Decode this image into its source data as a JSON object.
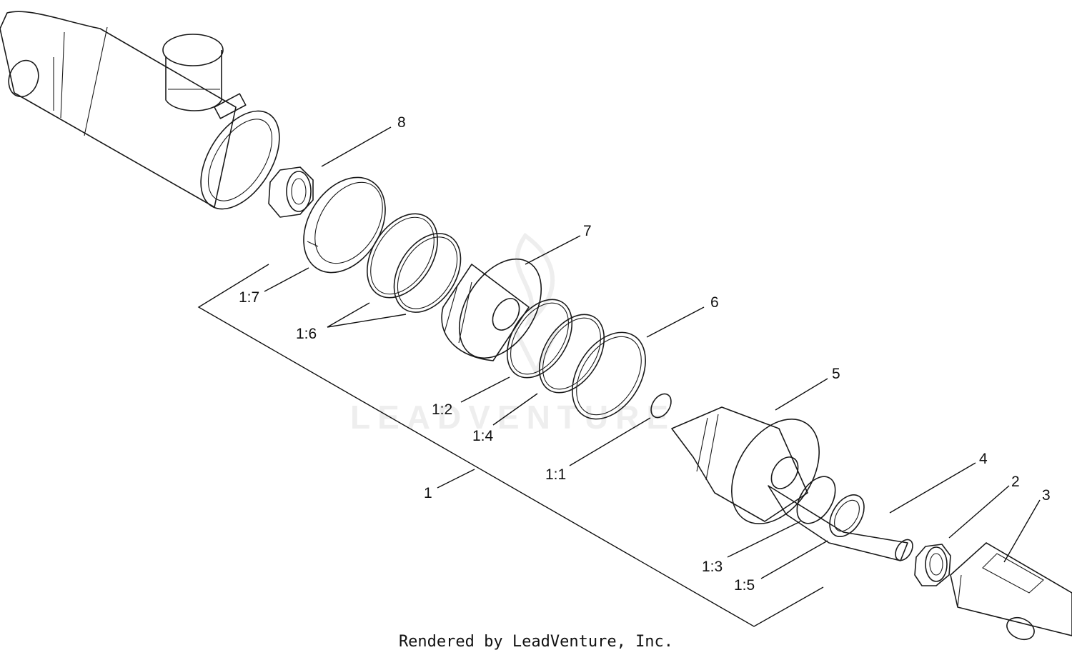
{
  "watermark": "LEADVENTURE",
  "footer": "Rendered by LeadVenture, Inc.",
  "callouts": {
    "c1": "1",
    "c2": "2",
    "c3": "3",
    "c4": "4",
    "c5": "5",
    "c6": "6",
    "c7": "7",
    "c8": "8",
    "c1_1": "1:1",
    "c1_2": "1:2",
    "c1_3": "1:3",
    "c1_4": "1:4",
    "c1_5": "1:5",
    "c1_6": "1:6",
    "c1_7": "1:7"
  }
}
